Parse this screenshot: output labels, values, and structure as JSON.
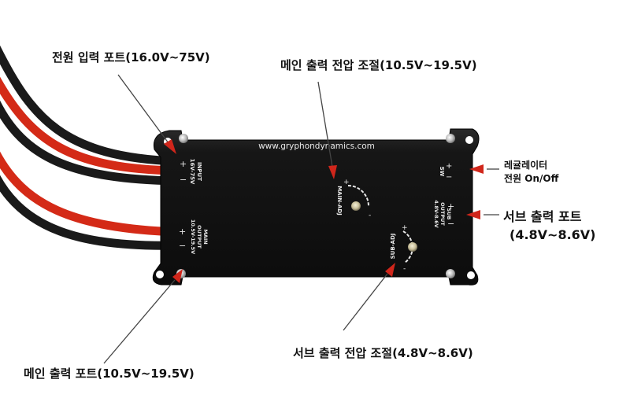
{
  "labels": {
    "input_port": "전원 입력 포트(16.0V~75V)",
    "main_adjust": "메인 출력 전압 조절(10.5V~19.5V)",
    "regulator_line1": "레귤레이터",
    "regulator_line2": "전원 On/Off",
    "sub_port_line1": "서브 출력 포트",
    "sub_port_line2": "(4.8V~8.6V)",
    "sub_adjust": "서브 출력 전압 조절(4.8V~8.6V)",
    "main_port": "메인 출력 포트(10.5V~19.5V)"
  },
  "board": {
    "website": "www.gryphondynamics.com",
    "input_line1": "INPUT",
    "input_line2": "16V-75V",
    "main_line1": "MAIN",
    "main_line2": "OUTPUT",
    "main_line3": "10.5V-19.5V",
    "sw": "SW",
    "sub_line1": "SUB",
    "sub_line2": "OUTPUT",
    "sub_line3": "4.8V-8.6V",
    "main_adj": "MAIN-ADJ",
    "sub_adj": "SUB-ADJ",
    "plus": "+",
    "minus": "−"
  },
  "colors": {
    "board": "#141414",
    "wire_red": "#d42a17",
    "wire_black": "#1a1a1a",
    "arrow": "#444444",
    "arrowhead": "#d0261b",
    "pcb_text": "#e8e8e8"
  }
}
